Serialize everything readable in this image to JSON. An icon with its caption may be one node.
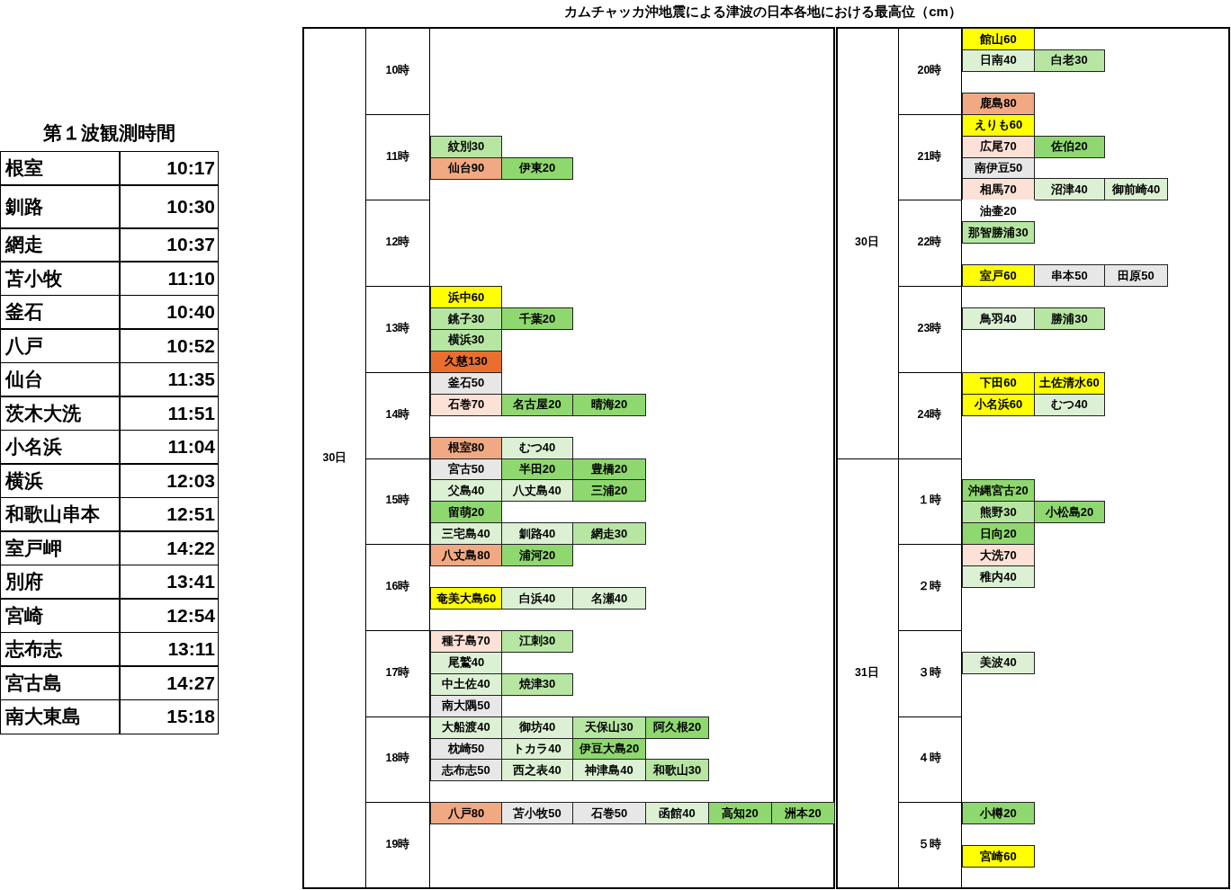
{
  "diagram": {
    "title": "カムチャッカ沖地震による津波の日本各地における最高位（cm）",
    "labels": [
      "第１波観測時間",
      "根室",
      "10:17",
      "釧路",
      "10:30",
      "網走",
      "10:37",
      "苫小牧",
      "11:10",
      "釜石",
      "10:40",
      "八戸",
      "10:52",
      "仙台",
      "11:35",
      "茨木大洗",
      "11:51",
      "小名浜",
      "11:04",
      "横浜",
      "12:03",
      "和歌山串本",
      "12:51",
      "室戸岬",
      "14:22",
      "別府",
      "13:41",
      "宮崎",
      "12:54",
      "志布志",
      "13:11",
      "宮古島",
      "14:27",
      "南大東島",
      "15:18",
      "30日",
      "10時",
      "11時",
      "紋別30",
      "仙台90",
      "伊東20",
      "12時",
      "13時",
      "浜中60",
      "銚子30",
      "千葉20",
      "横浜30",
      "久慈130",
      "14時",
      "釜石50",
      "石巻70",
      "名古屋20",
      "晴海20",
      "根室80",
      "むつ40",
      "15時",
      "宮古50",
      "半田20",
      "豊橋20",
      "父島40",
      "八丈島40",
      "三浦20",
      "留萌20",
      "三宅島40",
      "釧路40",
      "網走30",
      "16時",
      "八丈島80",
      "浦河20",
      "奄美大島60",
      "白浜40",
      "名瀬40",
      "17時",
      "種子島70",
      "江刺30",
      "尾鷲40",
      "中土佐40",
      "焼津30",
      "南大隅50",
      "18時",
      "大船渡40",
      "御坊40",
      "天保山30",
      "阿久根20",
      "枕崎50",
      "トカラ40",
      "伊豆大島20",
      "志布志50",
      "西之表40",
      "神津島40",
      "和歌山30",
      "19時",
      "八戸80",
      "苫小牧50",
      "石巻50",
      "函館40",
      "高知20",
      "洲本20",
      "30日",
      "20時",
      "館山60",
      "日南40",
      "白老30",
      "鹿島80",
      "21時",
      "えりも60",
      "広尾70",
      "佐伯20",
      "南伊豆50",
      "相馬70",
      "沼津40",
      "御前崎40",
      "22時",
      "油壷20",
      "那智勝浦30",
      "室戸60",
      "串本50",
      "田原50",
      "23時",
      "鳥羽40",
      "勝浦30",
      "24時",
      "下田60",
      "土佐清水60",
      "小名浜60",
      "むつ40",
      "31日",
      "１時",
      "沖縄宮古20",
      "熊野30",
      "小松島20",
      "日向20",
      "２時",
      "大洗70",
      "稚内40",
      "３時",
      "美波40",
      "４時",
      "５時",
      "小樽20",
      "宮崎60"
    ]
  }
}
